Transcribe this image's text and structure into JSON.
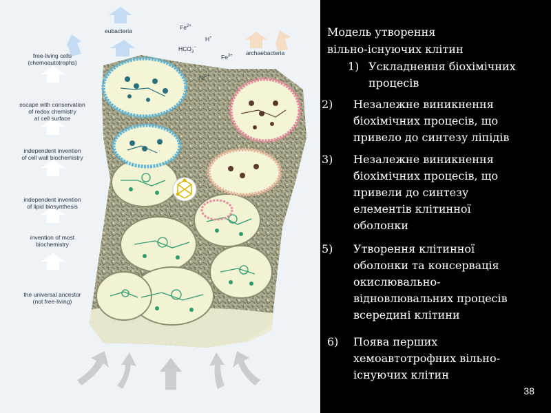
{
  "figure": {
    "top_labels": {
      "eubacteria": "eubacteria",
      "archaebacteria": "archaebacteria"
    },
    "chemicals": {
      "fe2": "Fe",
      "fe2_sup": "2+",
      "h": "H",
      "h_sup": "+",
      "hco3": "HCO",
      "hco3_sub": "3",
      "hco3_sup": "−",
      "fe3": "Fe",
      "fe3_sup": "3+",
      "ni": "Ni",
      "ni_sup": "2+"
    },
    "stage_labels": [
      "free-living cells\n(chemoautotrophs)",
      "escape with conservation\nof redox chemistry\nat cell surface",
      "independent invention\nof cell wall biochemistry",
      "independent invention\nof lipid biosynthesis",
      "invention of most\nbiochemistry",
      "the universal ancestor\n(not free-living)"
    ],
    "colors": {
      "membrane_eubacteria": "#5fb6d6",
      "membrane_archaebacteria": "#e48a9c",
      "cell_fill": "#f4f5d6",
      "mineral": "#b8b79a",
      "arrow": "#cfe3f3"
    }
  },
  "panel": {
    "title": "Модель утворення\nвільно-існуючих клітин",
    "items": [
      {
        "num": "1)",
        "text": "Ускладнення біохімічних\nпроцесів"
      },
      {
        "num": "2)",
        "text": "Незалежне виникнення\nбіохімічних процесів, що\nпривело до синтезу ліпідів"
      },
      {
        "num": "3)",
        "text": "Незалежне виникнення\nбіохімічних процесів, що\nпривели до синтезу\nелементів клітинної\nоболонки"
      },
      {
        "num": "5)",
        "text": "Утворення клітинної\nоболонки та консервація\nокислювально-\nвідновлювальних процесів\nвсередині клітини"
      },
      {
        "num": "6)",
        "text": "Поява перших\nхемоавтотрофних вільно-\nіснуючих клітин"
      }
    ],
    "page_number": "38"
  }
}
